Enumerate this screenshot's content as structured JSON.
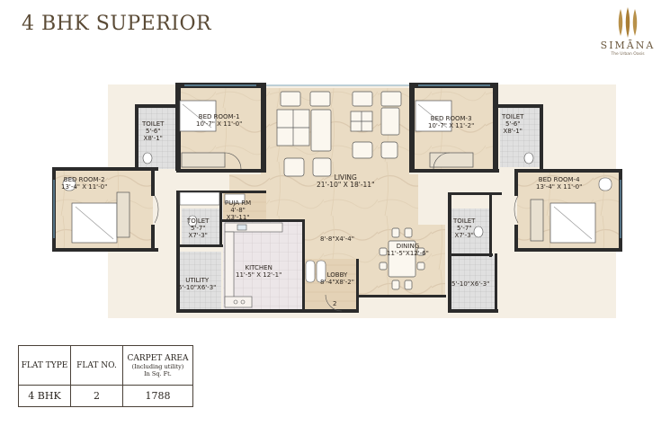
{
  "title": "4 BHK SUPERIOR",
  "logo": {
    "brand": "SIMĀNA",
    "tagline": "The Urban Oasis"
  },
  "rooms": {
    "bed1": {
      "name": "BED ROOM-1",
      "dim": "10'-7\" X 11'-0\""
    },
    "toilet1": {
      "name": "TOILET",
      "dim1": "5'-6\"",
      "dim2": "X8'-1\""
    },
    "bed2": {
      "name": "BED ROOM-2",
      "dim": "13'-4\" X 11'-0\""
    },
    "living": {
      "name": "LIVING",
      "dim": "21'-10\" X 18'-11\""
    },
    "bed3": {
      "name": "BED ROOM-3",
      "dim": "10'-7\" X 11'-2\""
    },
    "toilet3": {
      "name": "TOILET",
      "dim1": "5'-6\"",
      "dim2": "X8'-1\""
    },
    "bed4": {
      "name": "BED ROOM-4",
      "dim": "13'-4\" X 11'-0\""
    },
    "puja": {
      "name": "PUJA RM",
      "dim1": "4'-8\"",
      "dim2": "X3'-11\""
    },
    "toilet2": {
      "name": "TOILET",
      "dim1": "5'-7\"",
      "dim2": "X7'-3\""
    },
    "toilet4": {
      "name": "TOILET",
      "dim1": "5'-7\"",
      "dim2": "X7'-3\""
    },
    "passage": {
      "dim": "8'-8\"X4'-4\""
    },
    "dining": {
      "name": "DINING",
      "dim": "11'-5\"X12'-6\""
    },
    "kitchen": {
      "name": "KITCHEN",
      "dim": "11'-5\" X 12'-1\""
    },
    "utility": {
      "name": "UTILITY",
      "dim": "5'-10\"X6'-3\""
    },
    "lobby": {
      "name": "LOBBY",
      "dim": "8'-4\"X8'-2\"",
      "number": "2"
    },
    "utility2": {
      "dim": "5'-10\"X6'-3\""
    }
  },
  "table": {
    "headers": [
      "FLAT TYPE",
      "FLAT NO.",
      "CARPET AREA",
      "(Including utility)",
      "In Sq. Ft."
    ],
    "row": [
      "4 BHK",
      "2",
      "1788"
    ]
  }
}
